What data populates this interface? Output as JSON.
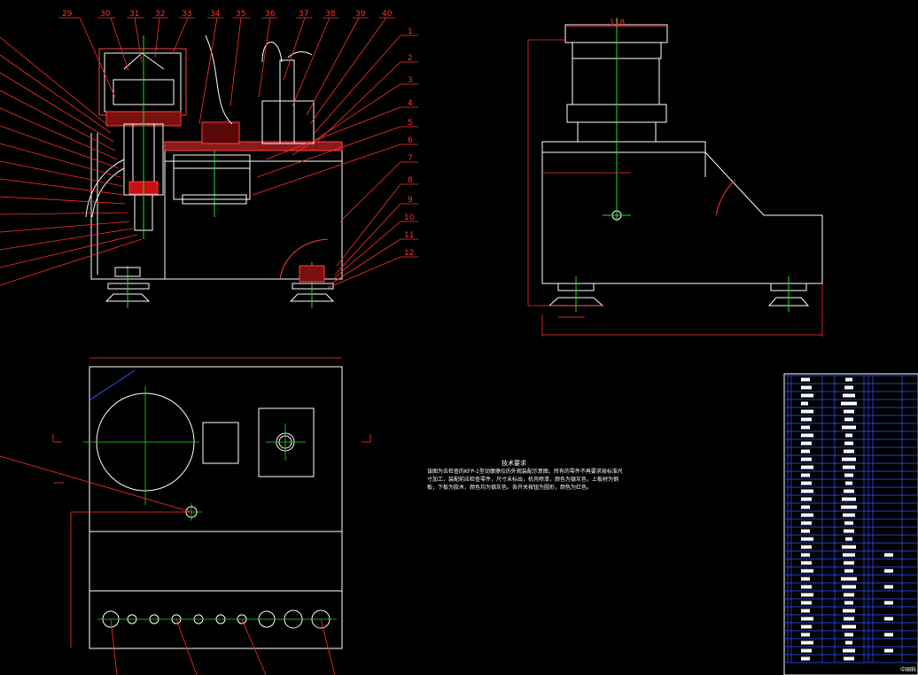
{
  "drawing": {
    "callouts_top": [
      "29",
      "30",
      "31",
      "32",
      "33",
      "34",
      "35",
      "36",
      "37",
      "38",
      "39",
      "40"
    ],
    "callouts_right": [
      "1",
      "2",
      "3",
      "4",
      "5",
      "6",
      "7",
      "8",
      "9",
      "10",
      "11",
      "12"
    ],
    "side_view_width_label": "118",
    "tech_requirements": {
      "title": "技术要求",
      "body": "该图为去检查的KFP-1型动摩擦仪的外观装配示意图，所有的零件不再要求按标准尺寸加工，装配前应检查零件，尺寸未标出，机壳喷漆，颜色为银灰色，上板材为钢板，下板为胶木，颜色均为银灰色。各开关按钮为圆形，颜色为红色。"
    },
    "title_block": {
      "corner_text": "中国科"
    },
    "colors": {
      "outline": "#ffffff",
      "dimension": "#ff2222",
      "centerline": "#22dd22",
      "hatch": "#ff3030",
      "table_blue": "#3355ff"
    }
  }
}
